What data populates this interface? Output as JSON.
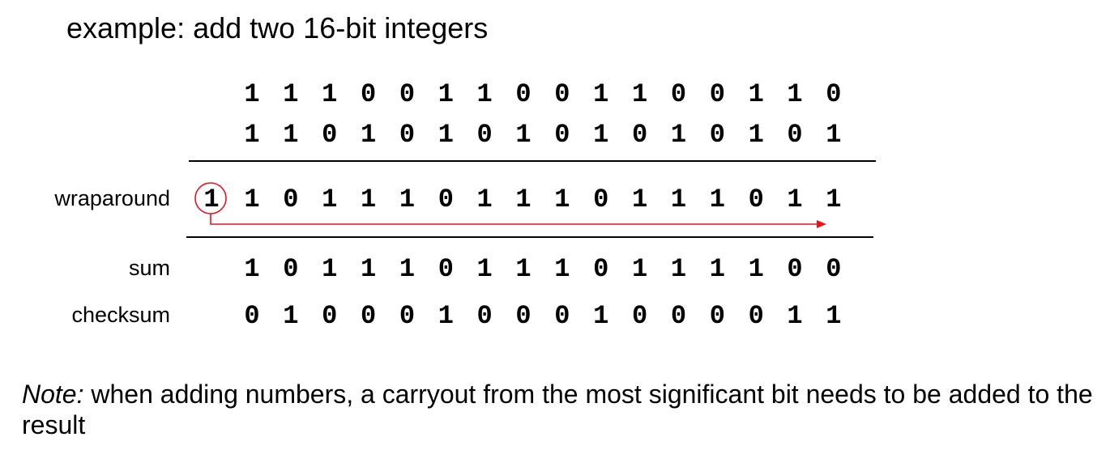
{
  "title": "example: add two 16-bit integers",
  "rows": {
    "operand1": [
      "1",
      "1",
      "1",
      "0",
      "0",
      "1",
      "1",
      "0",
      "0",
      "1",
      "1",
      "0",
      "0",
      "1",
      "1",
      "0"
    ],
    "operand2": [
      "1",
      "1",
      "0",
      "1",
      "0",
      "1",
      "0",
      "1",
      "0",
      "1",
      "0",
      "1",
      "0",
      "1",
      "0",
      "1"
    ],
    "wraparound_carry": "1",
    "wraparound": [
      "1",
      "0",
      "1",
      "1",
      "1",
      "0",
      "1",
      "1",
      "1",
      "0",
      "1",
      "1",
      "1",
      "0",
      "1",
      "1"
    ],
    "sum": [
      "1",
      "0",
      "1",
      "1",
      "1",
      "0",
      "1",
      "1",
      "1",
      "0",
      "1",
      "1",
      "1",
      "1",
      "0",
      "0"
    ],
    "checksum": [
      "0",
      "1",
      "0",
      "0",
      "0",
      "1",
      "0",
      "0",
      "0",
      "1",
      "0",
      "0",
      "0",
      "0",
      "1",
      "1"
    ]
  },
  "labels": {
    "wraparound": "wraparound",
    "sum": "sum",
    "checksum": "checksum"
  },
  "note": {
    "prefix": "Note:",
    "text": " when adding numbers, a carryout from the most significant bit needs to be added to the result"
  },
  "colors": {
    "arrow": "#e8141c",
    "text": "#000000"
  }
}
